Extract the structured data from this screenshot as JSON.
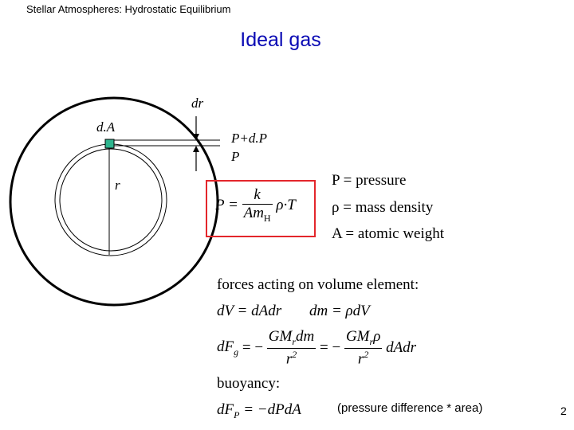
{
  "header": {
    "text": "Stellar Atmospheres:  Hydrostatic Equilibrium"
  },
  "slide": {
    "title": "Ideal gas",
    "page_number": "2"
  },
  "diagram": {
    "label_dr": "dr",
    "label_dA": "d.A",
    "label_PdP": "P+d.P",
    "label_P": "P",
    "label_r": "r",
    "colors": {
      "marker": "#2eb58e",
      "circle": "#000000"
    }
  },
  "formula": {
    "lhs": "P =",
    "k": "k",
    "den_A": "Am",
    "den_sub": "H",
    "rhs": "ρ·T",
    "box_color": "#e3262b"
  },
  "definitions": {
    "p_line": "P = pressure",
    "rho_line": "ρ = mass density",
    "a_line": "A = atomic weight"
  },
  "body": {
    "forces_heading": "forces acting on volume element:",
    "dv_eq": "dV = dAdr",
    "dm_eq": "dm = ρdV",
    "dfg_lhs": "dF",
    "dfg_sub": "g",
    "dfg_eq": "= −",
    "frac1_num": "GM",
    "frac1_num_sub": "r",
    "frac1_num_tail": "dm",
    "frac1_den": "r",
    "frac1_den_sup": "2",
    "eq2": "= −",
    "frac2_num": "GM",
    "frac2_num_sub": "r",
    "frac2_num_tail": "ρ",
    "frac2_den": "r",
    "frac2_den_sup": "2",
    "frac2_tail": "dAdr",
    "buoyancy": "buoyancy:",
    "dfp_lhs": "dF",
    "dfp_sub": "P",
    "dfp_rhs": "= −dPdA",
    "note": "(pressure difference * area)"
  }
}
